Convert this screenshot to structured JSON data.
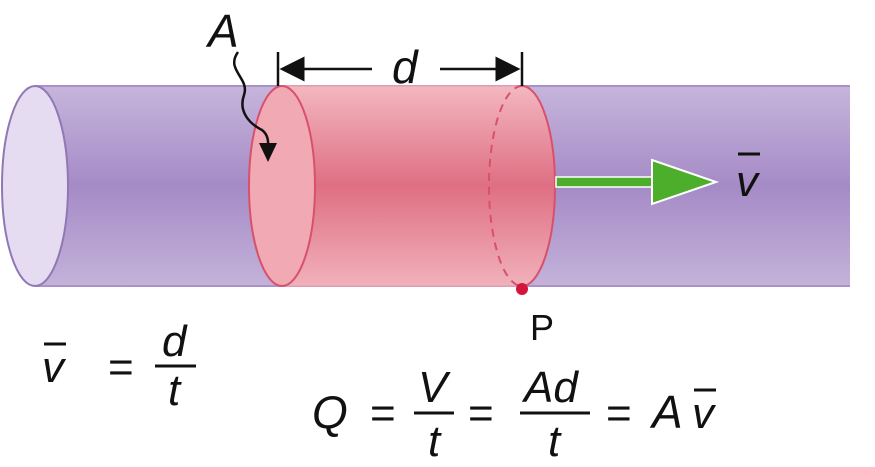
{
  "labels": {
    "area": "A",
    "distance": "d",
    "velocity": "v",
    "point": "P"
  },
  "equation_velocity": {
    "lhs": "v",
    "equals": "=",
    "numerator": "d",
    "denominator": "t"
  },
  "equation_flow": {
    "lhs": "Q",
    "eq1": "=",
    "frac1_num": "V",
    "frac1_den": "t",
    "eq2": "=",
    "frac2_num": "Ad",
    "frac2_den": "t",
    "eq3": "=",
    "rhs_a": "A",
    "rhs_v": "v"
  },
  "colors": {
    "pipe": "#b9a4d3",
    "pipe_edge": "#8f78b4",
    "fluid_segment": "#e78a9a",
    "fluid_edge": "#d9506b",
    "arrow": "#4cae2a",
    "point": "#d4143a"
  }
}
